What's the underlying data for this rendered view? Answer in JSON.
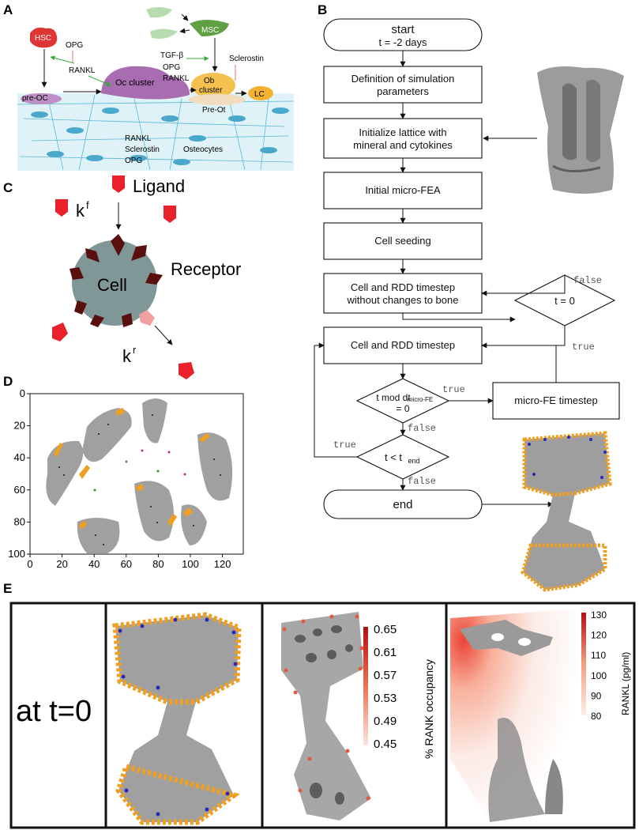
{
  "panels": {
    "a": "A",
    "b": "B",
    "c": "C",
    "d": "D",
    "e": "E"
  },
  "panel_a": {
    "hsc": "HSC",
    "opg": "OPG",
    "rankl": "RANKL",
    "pre_oc": "pre-OC",
    "oc_cluster": "Oc cluster",
    "msc": "MSC",
    "tgf": "TGF-β",
    "opg2": "OPG",
    "rankl2": "RANKL",
    "ob_cluster_1": "Ob",
    "ob_cluster_2": "cluster",
    "sclerostin": "Sclerostin",
    "lc": "LC",
    "pre_ot": "Pre-Ot",
    "rankl3": "RANKL",
    "sclerostin2": "Sclerostin",
    "opg3": "OPG",
    "osteocytes": "Osteocytes"
  },
  "flowchart": {
    "start_1": "start",
    "start_2": "t  = -2 days",
    "step1_1": "Definition of simulation",
    "step1_2": "parameters",
    "step2_1": "Initialize lattice with",
    "step2_2": "mineral and cytokines",
    "step3": "Initial micro-FEA",
    "step4": "Cell seeding",
    "step5_1": "Cell and RDD timestep",
    "step5_2": "without changes to bone",
    "decision1": "t = 0",
    "step6": "Cell and RDD timestep",
    "decision2_1": "t mod dt",
    "decision2_sub": "micro-FE",
    "decision2_2": "= 0",
    "micro_fe": "micro-FE timestep",
    "decision3": "t < t",
    "decision3_sub": "end",
    "end": "end",
    "false1": "false",
    "true1": "true",
    "true2": "true",
    "false2": "false",
    "true3": "true",
    "false3": "false"
  },
  "panel_c": {
    "ligand": "Ligand",
    "kf": "k",
    "kf_sup": "f",
    "receptor": "Receptor",
    "cell": "Cell",
    "kr": "k",
    "kr_sup": "r"
  },
  "panel_d": {
    "chart_data": {
      "type": "scatter",
      "x_ticks": [
        0,
        20,
        40,
        60,
        80,
        100,
        120
      ],
      "y_ticks": [
        0,
        20,
        40,
        60,
        80,
        100
      ],
      "xlim": [
        0,
        133
      ],
      "ylim": [
        100,
        0
      ]
    }
  },
  "panel_e": {
    "label": "at t=0",
    "colorbar1": {
      "ticks": [
        "0.65",
        "0.61",
        "0.57",
        "0.53",
        "0.49",
        "0.45"
      ],
      "label": "% RANK occupancy"
    },
    "colorbar2": {
      "ticks": [
        "130",
        "120",
        "110",
        "100",
        "90",
        "80"
      ],
      "label": "RANKL (pg/ml)"
    }
  },
  "colors": {
    "cell_red": "#e8212a",
    "receptor": "#5a0f0f",
    "cell_body": "#7f9797",
    "orange": "#f0a020",
    "bone": "#9a9a9a"
  }
}
